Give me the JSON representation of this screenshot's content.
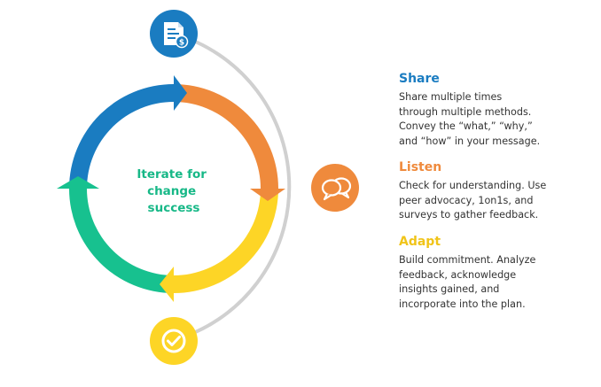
{
  "center_label": [
    "Iterate for",
    "change",
    "success"
  ],
  "colors": {
    "blue": "#1a7cc1",
    "orange": "#ef8a3c",
    "yellow": "#fdd526",
    "green": "#17c18f",
    "track": "#d0d0d0",
    "center_text": "#17b887",
    "body_text": "#333333"
  },
  "icons": {
    "top": "document-dollar-icon",
    "middle": "speech-bubbles-icon",
    "bottom": "checkmark-icon"
  },
  "sections": {
    "share": {
      "title": "Share",
      "lines": [
        "Share multiple times",
        "through multiple methods.",
        "Convey the “what,” “why,”",
        "and “how” in your message."
      ]
    },
    "listen": {
      "title": "Listen",
      "lines": [
        "Check for understanding. Use",
        "peer advocacy, 1on1s, and",
        "surveys to gather feedback."
      ]
    },
    "adapt": {
      "title": "Adapt",
      "lines": [
        "Build commitment. Analyze",
        "feedback, acknowledge",
        "insights gained, and",
        "incorporate into the plan."
      ]
    }
  }
}
